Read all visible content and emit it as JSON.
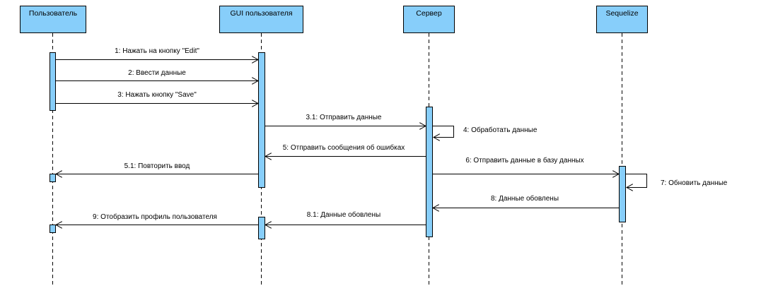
{
  "colors": {
    "box": "#87CEFA",
    "border": "#000000",
    "line": "#000000",
    "background": "#ffffff"
  },
  "lifelines": [
    {
      "id": "user",
      "label": "Пользователь"
    },
    {
      "id": "gui",
      "label": "GUI пользователя"
    },
    {
      "id": "server",
      "label": "Сервер"
    },
    {
      "id": "seq",
      "label": "Sequelize"
    }
  ],
  "messages": [
    {
      "label": "1: Нажать на кнопку \"Edit\""
    },
    {
      "label": "2: Ввести данные"
    },
    {
      "label": "3: Нажать кнопку \"Save\""
    },
    {
      "label": "3.1: Отправить данные"
    },
    {
      "label": "4: Обработать данные"
    },
    {
      "label": "5: Отправить сообщения об ошибках"
    },
    {
      "label": "6: Отправить данные в базу данных"
    },
    {
      "label": "5.1: Повторить ввод"
    },
    {
      "label": "7: Обновить данные"
    },
    {
      "label": "8: Данные обовлены"
    },
    {
      "label": "8.1: Данные обовлены"
    },
    {
      "label": "9: Отобразить профиль пользователя"
    }
  ]
}
